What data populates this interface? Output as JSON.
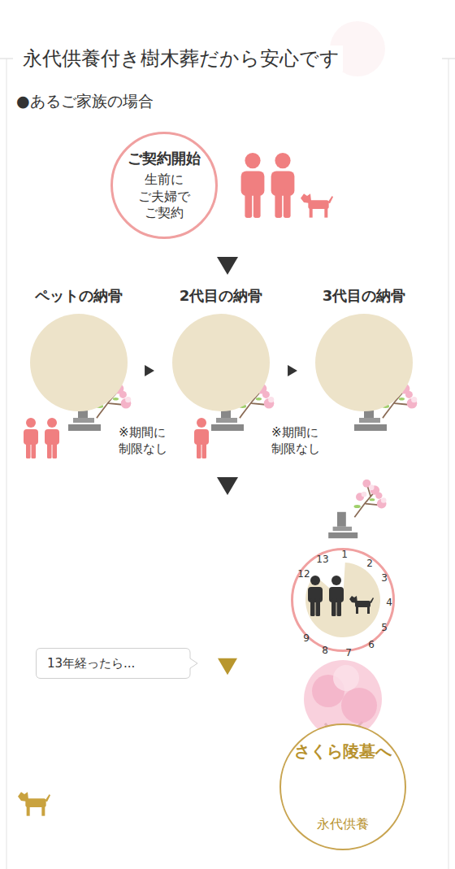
{
  "diagram": {
    "title": "永代供養付き樹木葬だから安心です",
    "nodes": [
      {
        "text": [
          "ご契約開始",
          "生前に ご夫婦で ご契約"
        ]
      },
      {
        "text": [
          "ペットの納骨"
        ]
      },
      {
        "text": [
          "2代目の納骨"
        ]
      },
      {
        "text": [
          "3代目の納骨"
        ]
      },
      {
        "text": [
          "13",
          "1",
          "2",
          "3",
          "4",
          "5",
          "6",
          "7",
          "8",
          "9",
          "12"
        ]
      },
      {
        "text": [
          "13年経ったら..."
        ]
      },
      {
        "text": [
          "さくら陵墓へ",
          "永代供養"
        ]
      }
    ],
    "edges": [
      {
        "from": 0,
        "to": 1,
        "arrow": "to"
      },
      {
        "from": 1,
        "to": 2,
        "arrow": "to"
      },
      {
        "from": 2,
        "to": 3,
        "arrow": "to"
      },
      {
        "from": 3,
        "to": 4,
        "arrow": "to"
      },
      {
        "from": 4,
        "to": 6,
        "arrow": "to"
      }
    ],
    "labels": [
      "●あるご家族の場合",
      "※期間に 制限なし",
      "※期間に 制限なし"
    ]
  }
}
